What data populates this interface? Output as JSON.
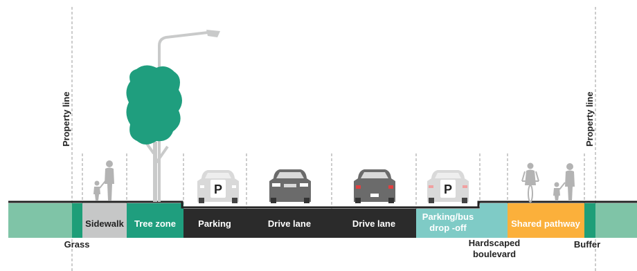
{
  "labels": {
    "property_line_left": "Property line",
    "property_line_right": "Property line",
    "sidewalk": "Sidewalk",
    "tree_zone": "Tree zone",
    "parking": "Parking",
    "drive_lane_1": "Drive lane",
    "drive_lane_2": "Drive lane",
    "parking_bus_line1": "Parking/bus",
    "parking_bus_line2": "drop -off",
    "shared_pathway": "Shared pathway",
    "grass": "Grass",
    "hardscaped_line1": "Hardscaped",
    "hardscaped_line2": "boulevard",
    "buffer": "Buffer",
    "parking_sign_1": "P",
    "parking_sign_2": "P"
  },
  "colors": {
    "grass": "#7fc4a7",
    "buffer_dark": "#1e9e78",
    "sidewalk": "#c6c7c7",
    "tree_zone": "#1f9e7e",
    "road": "#2b2b2b",
    "bus_dropoff": "#7fcbc6",
    "hardscaped": "#7fcbc6",
    "shared_pathway": "#fbb03b",
    "tree": "#1f9e7e",
    "pole": "#c9caca",
    "car_light": "#d9d9d9",
    "car_dark": "#6b6b6b",
    "person": "#b3b3b3"
  },
  "icons": [
    "tree-icon",
    "street-light-icon",
    "parked-car-icon",
    "car-icon",
    "pedestrian-icon",
    "cyclist-icon"
  ]
}
